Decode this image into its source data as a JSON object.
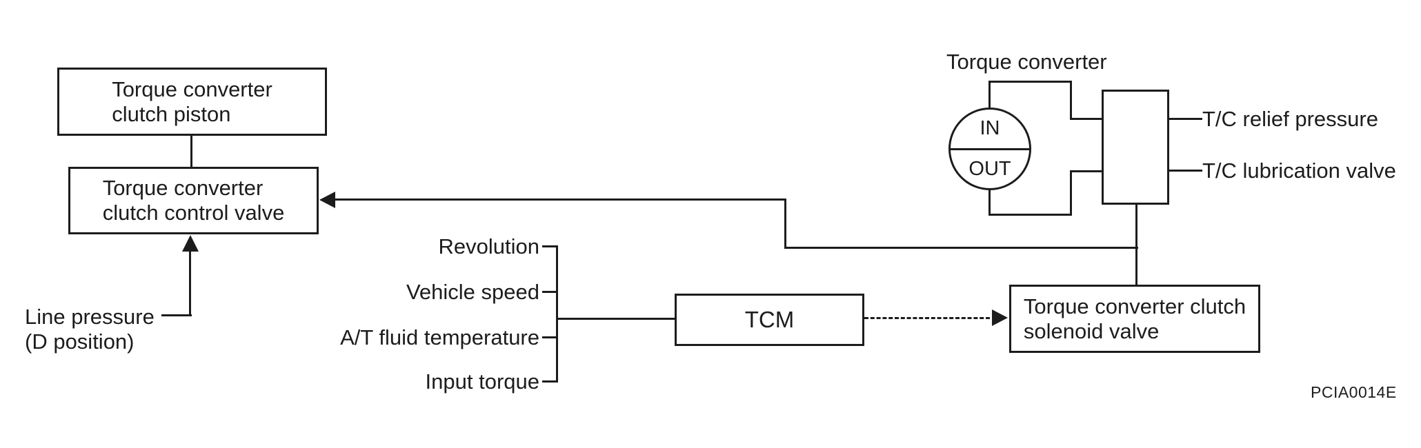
{
  "colors": {
    "ink": "#1c1c1c",
    "paper": "#ffffff"
  },
  "figure_code": "PCIA0014E",
  "boxes": {
    "clutch_piston": {
      "line1": "Torque converter",
      "line2": "clutch piston"
    },
    "clutch_control_valve": {
      "line1": "Torque converter",
      "line2": "clutch control valve"
    },
    "tcm": {
      "label": "TCM"
    },
    "solenoid_valve": {
      "line1": "Torque converter clutch",
      "line2": "solenoid valve"
    }
  },
  "torque_converter": {
    "title": "Torque converter",
    "in_label": "IN",
    "out_label": "OUT",
    "relief_label": "T/C relief pressure",
    "lubrication_label": "T/C lubrication valve"
  },
  "line_pressure": {
    "line1": "Line pressure",
    "line2": "(D position)"
  },
  "tcm_inputs": [
    "Revolution",
    "Vehicle speed",
    "A/T fluid temperature",
    "Input torque"
  ]
}
